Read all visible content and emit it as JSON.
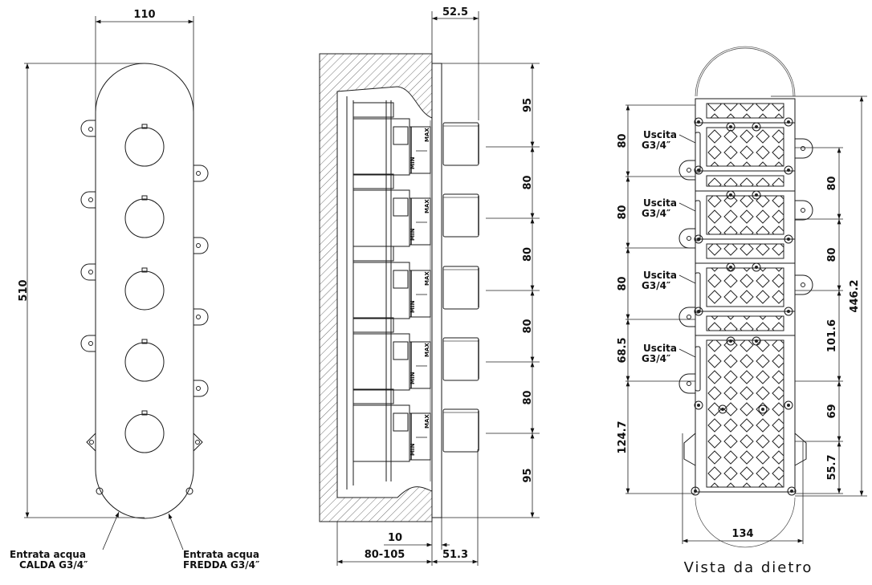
{
  "drawing": {
    "title": "Technical drawing - 5-control concealed shower mixer",
    "front_view": {
      "width_dim": "110",
      "height_dim": "510",
      "knob_count": 5,
      "inlet_hot_line1": "Entrata acqua",
      "inlet_hot_line2": "CALDA G3/4″",
      "inlet_cold_line1": "Entrata acqua",
      "inlet_cold_line2": "FREDDA G3/4″"
    },
    "side_view": {
      "protrusion_dim": "52.5",
      "spacing_dims": [
        "95",
        "80",
        "80",
        "80",
        "80",
        "95"
      ],
      "wall_gap_dim": "10",
      "embed_depth_dim": "80-105",
      "knob_depth_dim": "51.3",
      "min_label": "MIN",
      "max_label": "MAX"
    },
    "rear_view": {
      "caption": "Vista da dietro",
      "outlet_label_line1": "Uscita",
      "outlet_label_line2": "G3/4″",
      "left_dims": [
        "80",
        "80",
        "80",
        "68.5",
        "124.7"
      ],
      "right_dims": [
        "80",
        "80",
        "101.6",
        "69",
        "55.7"
      ],
      "overall_height_dim": "446.2",
      "width_dim": "134"
    }
  }
}
